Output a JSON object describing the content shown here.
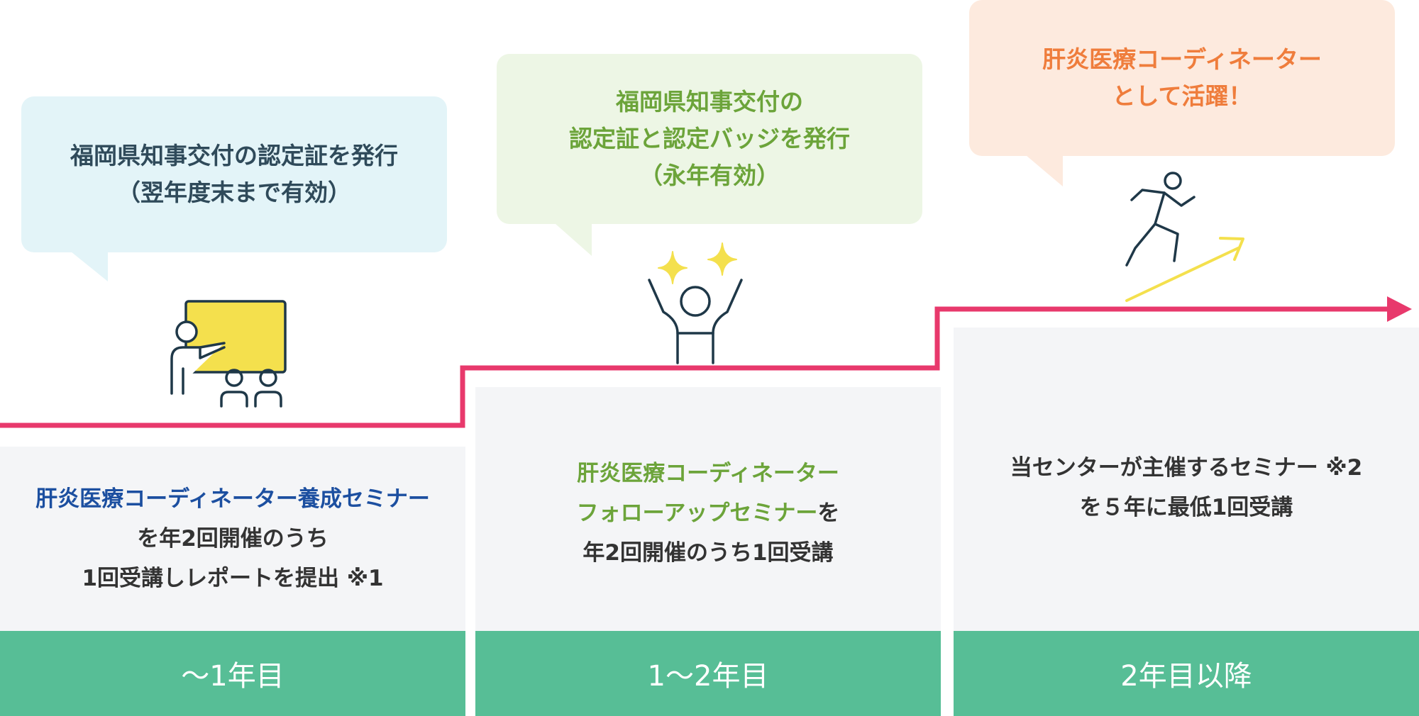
{
  "colors": {
    "step_line": "#e8396c",
    "footer_green": "#57be96",
    "panel_bg": "#f4f5f7",
    "blue_text": "#1c4fa0",
    "green_text": "#6ca43a",
    "orange_text": "#ef7d3c",
    "icon_stroke": "#1f3848",
    "icon_yellow": "#f4e04d"
  },
  "stages": [
    {
      "bubble": {
        "lines": [
          "福岡県知事交付の認定証を発行",
          "（翌年度末まで有効）"
        ],
        "bg": "#e3f4f8",
        "text_color": "#2f4a5a"
      },
      "icon": "teacher-with-students-icon",
      "panel": {
        "highlight": "肝炎医療コーディネーター養成セミナー",
        "lines": [
          "を年2回開催のうち",
          "1回受講しレポートを提出 ※1"
        ]
      },
      "period": "〜1年目"
    },
    {
      "bubble": {
        "lines": [
          "福岡県知事交付の",
          "認定証と認定バッジを発行",
          "（永年有効）"
        ],
        "bg": "#edf6e5",
        "text_color": "#6ca43a"
      },
      "icon": "celebrating-person-sparkles-icon",
      "panel": {
        "highlight_lines": [
          "肝炎医療コーディネーター",
          "フォローアップセミナー"
        ],
        "suffix": "を",
        "lines": [
          "年2回開催のうち1回受講"
        ]
      },
      "period": "1〜2年目"
    },
    {
      "bubble": {
        "lines": [
          "肝炎医療コーディネーター",
          "として活躍！"
        ],
        "bg": "#fdeade",
        "text_color": "#ef7d3c"
      },
      "icon": "running-person-arrow-icon",
      "panel": {
        "lines": [
          "当センターが主催するセミナー ※2",
          "を５年に最低1回受講"
        ]
      },
      "period": "2年目以降"
    }
  ]
}
